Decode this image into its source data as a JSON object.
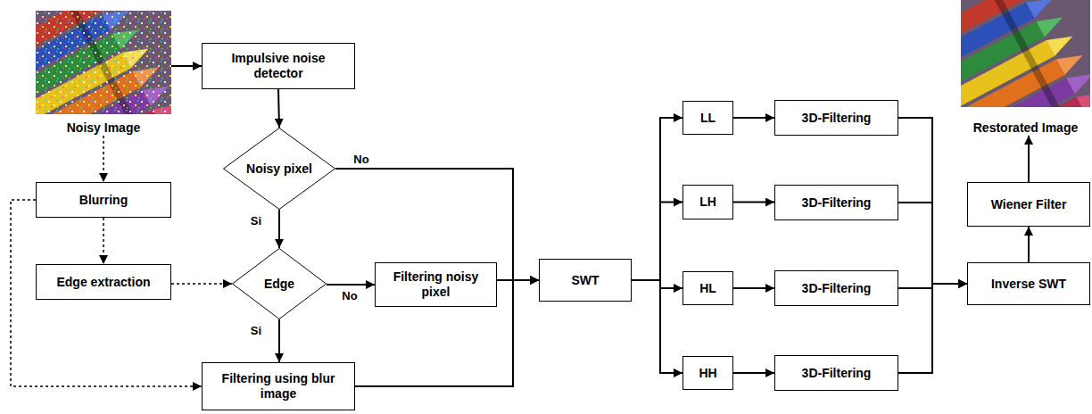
{
  "diagram": {
    "nodes": [
      {
        "text": [
          "Noisy Image"
        ]
      },
      {
        "text": [
          "Impulsive noise detector"
        ]
      },
      {
        "text": [
          "Noisy pixel"
        ]
      },
      {
        "text": [
          "Blurring"
        ]
      },
      {
        "text": [
          "Edge extraction"
        ]
      },
      {
        "text": [
          "Edge"
        ]
      },
      {
        "text": [
          "Filtering noisy pixel"
        ]
      },
      {
        "text": [
          "Filtering using blur image"
        ]
      },
      {
        "text": [
          "SWT"
        ]
      },
      {
        "text": [
          "LL"
        ]
      },
      {
        "text": [
          "3D-Filtering"
        ]
      },
      {
        "text": [
          "LH"
        ]
      },
      {
        "text": [
          "3D-Filtering"
        ]
      },
      {
        "text": [
          "HL"
        ]
      },
      {
        "text": [
          "3D-Filtering"
        ]
      },
      {
        "text": [
          "HH"
        ]
      },
      {
        "text": [
          "3D-Filtering"
        ]
      },
      {
        "text": [
          "Restorated Image"
        ]
      },
      {
        "text": [
          "Wiener Filter"
        ]
      },
      {
        "text": [
          "Inverse SWT"
        ]
      }
    ],
    "edges": [
      {
        "from": 0,
        "to": 1,
        "arrow": "to"
      },
      {
        "from": 0,
        "to": 3,
        "arrow": "to"
      },
      {
        "from": 3,
        "to": 4,
        "arrow": "to"
      },
      {
        "from": 3,
        "to": 7,
        "arrow": "to"
      },
      {
        "from": 4,
        "to": 5,
        "arrow": "to"
      },
      {
        "from": 1,
        "to": 2,
        "arrow": "to"
      },
      {
        "from": 2,
        "to": 5,
        "label": "Si",
        "arrow": "to"
      },
      {
        "from": 2,
        "to": 8,
        "label": "No",
        "arrow": "to"
      },
      {
        "from": 5,
        "to": 6,
        "label": "No",
        "arrow": "to"
      },
      {
        "from": 5,
        "to": 7,
        "label": "Si",
        "arrow": "to"
      },
      {
        "from": 6,
        "to": 8,
        "arrow": "to"
      },
      {
        "from": 7,
        "to": 8,
        "arrow": "to"
      },
      {
        "from": 8,
        "to": 9,
        "arrow": "to"
      },
      {
        "from": 8,
        "to": 11,
        "arrow": "to"
      },
      {
        "from": 8,
        "to": 13,
        "arrow": "to"
      },
      {
        "from": 8,
        "to": 15,
        "arrow": "to"
      },
      {
        "from": 9,
        "to": 10,
        "arrow": "to"
      },
      {
        "from": 11,
        "to": 12,
        "arrow": "to"
      },
      {
        "from": 13,
        "to": 14,
        "arrow": "to"
      },
      {
        "from": 15,
        "to": 16,
        "arrow": "to"
      },
      {
        "from": 10,
        "to": 19,
        "arrow": "to"
      },
      {
        "from": 12,
        "to": 19,
        "arrow": "to"
      },
      {
        "from": 14,
        "to": 19,
        "arrow": "to"
      },
      {
        "from": 16,
        "to": 19,
        "arrow": "to"
      },
      {
        "from": 19,
        "to": 18,
        "arrow": "to"
      },
      {
        "from": 18,
        "to": 17,
        "arrow": "to"
      }
    ]
  }
}
